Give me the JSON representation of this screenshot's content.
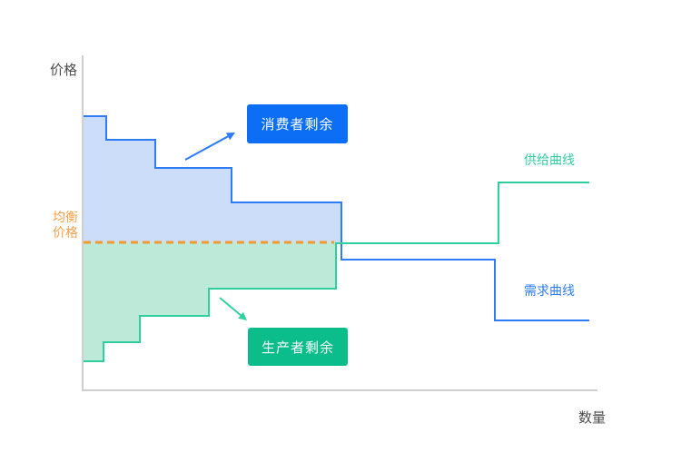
{
  "axis": {
    "label_color": "#4d4d4d",
    "line_color": "#cfcfcf",
    "y_axis": {
      "x": 91,
      "y1": 61,
      "y2": 431
    },
    "x_axis": {
      "y": 430,
      "x1": 91,
      "x2": 658
    }
  },
  "chart_data": {
    "type": "line",
    "subtype": "step-staircase-surplus-diagram",
    "xlabel": "数量",
    "ylabel": "价格",
    "units": "px (no numeric tick labels are shown on either axis)",
    "grid": false,
    "series": [
      {
        "name": "需求曲线",
        "role": "demand",
        "color": "#2e7cf6",
        "fill": "#ccddfa",
        "points": [
          [
            92,
            128
          ],
          [
            117,
            128
          ],
          [
            117,
            154
          ],
          [
            171,
            154
          ],
          [
            171,
            185
          ],
          [
            255,
            185
          ],
          [
            255,
            223
          ],
          [
            376,
            223
          ],
          [
            376,
            286
          ],
          [
            545,
            286
          ],
          [
            545,
            353
          ],
          [
            649,
            353
          ]
        ],
        "fill_points": [
          [
            92,
            128
          ],
          [
            117,
            128
          ],
          [
            117,
            154
          ],
          [
            171,
            154
          ],
          [
            171,
            185
          ],
          [
            255,
            185
          ],
          [
            255,
            223
          ],
          [
            376,
            223
          ],
          [
            376,
            267
          ],
          [
            92,
            267
          ]
        ]
      },
      {
        "name": "供给曲线",
        "role": "supply",
        "color": "#30cfa0",
        "fill": "#bce9d8",
        "points": [
          [
            92,
            398
          ],
          [
            114,
            398
          ],
          [
            114,
            377
          ],
          [
            154,
            377
          ],
          [
            154,
            348
          ],
          [
            230,
            348
          ],
          [
            230,
            318
          ],
          [
            370,
            318
          ],
          [
            370,
            268
          ],
          [
            549,
            268
          ],
          [
            549,
            201
          ],
          [
            649,
            201
          ]
        ],
        "fill_points": [
          [
            92,
            267
          ],
          [
            370,
            267
          ],
          [
            370,
            318
          ],
          [
            230,
            318
          ],
          [
            230,
            348
          ],
          [
            154,
            348
          ],
          [
            154,
            377
          ],
          [
            114,
            377
          ],
          [
            114,
            398
          ],
          [
            92,
            398
          ]
        ]
      }
    ],
    "equilibrium_line": {
      "y": 267,
      "x1": 92,
      "x2": 368,
      "color": "#f09a2f",
      "dash": [
        8,
        5
      ],
      "width": 3
    }
  },
  "annotations": {
    "equilibrium_label": {
      "line1": "均衡",
      "line2": "价格",
      "color": "#f6a04a"
    },
    "consumer_badge": {
      "label": "消费者剩余",
      "bg": "#0b6ef5",
      "text_color": "#ffffff",
      "arrow": {
        "from": [
          204,
          176
        ],
        "to": [
          259,
          146
        ]
      }
    },
    "producer_badge": {
      "label": "生产者剩余",
      "bg": "#0bbd8b",
      "text_color": "#ffffff",
      "arrow": {
        "from": [
          242,
          328
        ],
        "to": [
          272,
          353
        ]
      }
    }
  }
}
